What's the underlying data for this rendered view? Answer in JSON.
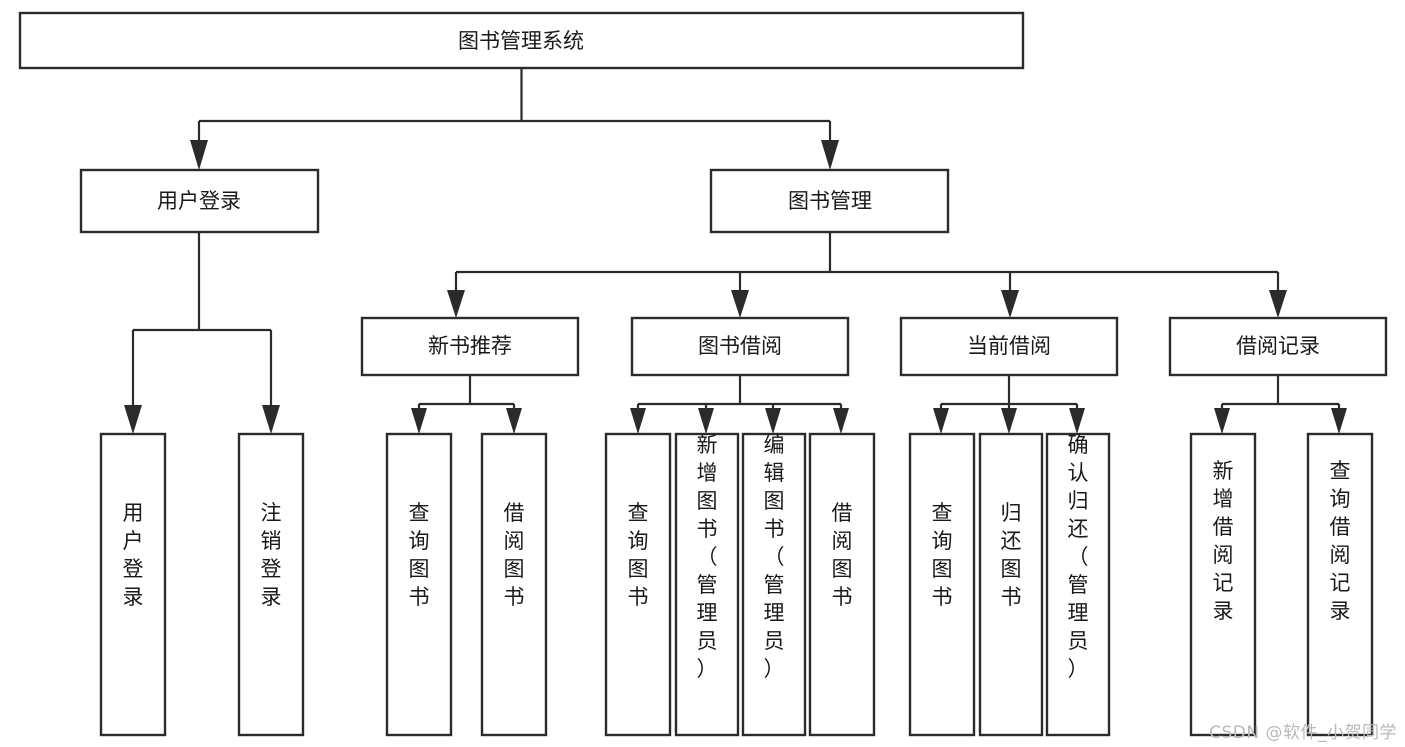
{
  "diagram": {
    "title": "图书管理系统",
    "type": "hierarchy-tree",
    "orientation": "top-down",
    "colors": {
      "box_fill": "#ffffff",
      "box_stroke": "#2b2b2b",
      "edge": "#2b2b2b",
      "text": "#1a1a1a",
      "background": "#ffffff",
      "watermark": "#b9b9b9"
    },
    "root": {
      "label": "图书管理系统",
      "orientation": "horizontal"
    },
    "level1": [
      {
        "label": "用户登录",
        "orientation": "horizontal"
      },
      {
        "label": "图书管理",
        "orientation": "horizontal"
      }
    ],
    "level2": [
      {
        "label": "新书推荐",
        "orientation": "horizontal"
      },
      {
        "label": "图书借阅",
        "orientation": "horizontal"
      },
      {
        "label": "当前借阅",
        "orientation": "horizontal"
      },
      {
        "label": "借阅记录",
        "orientation": "horizontal"
      }
    ],
    "leaves": {
      "user_login": [
        {
          "label": "用户登录",
          "orientation": "vertical"
        },
        {
          "label": "注销登录",
          "orientation": "vertical"
        }
      ],
      "new_book_recommend": [
        {
          "label": "查询图书",
          "orientation": "vertical"
        },
        {
          "label": "借阅图书",
          "orientation": "vertical"
        }
      ],
      "book_borrow": [
        {
          "label": "查询图书",
          "orientation": "vertical"
        },
        {
          "label": "新增图书（管理员）",
          "orientation": "vertical"
        },
        {
          "label": "编辑图书（管理员）",
          "orientation": "vertical"
        },
        {
          "label": "借阅图书",
          "orientation": "vertical"
        }
      ],
      "current_borrow": [
        {
          "label": "查询图书",
          "orientation": "vertical"
        },
        {
          "label": "归还图书",
          "orientation": "vertical"
        },
        {
          "label": "确认归还（管理员）",
          "orientation": "vertical"
        }
      ],
      "borrow_record": [
        {
          "label": "新增借阅记录",
          "orientation": "vertical"
        },
        {
          "label": "查询借阅记录",
          "orientation": "vertical"
        }
      ]
    }
  },
  "watermark": {
    "text": "CSDN @软件_小贺同学"
  }
}
